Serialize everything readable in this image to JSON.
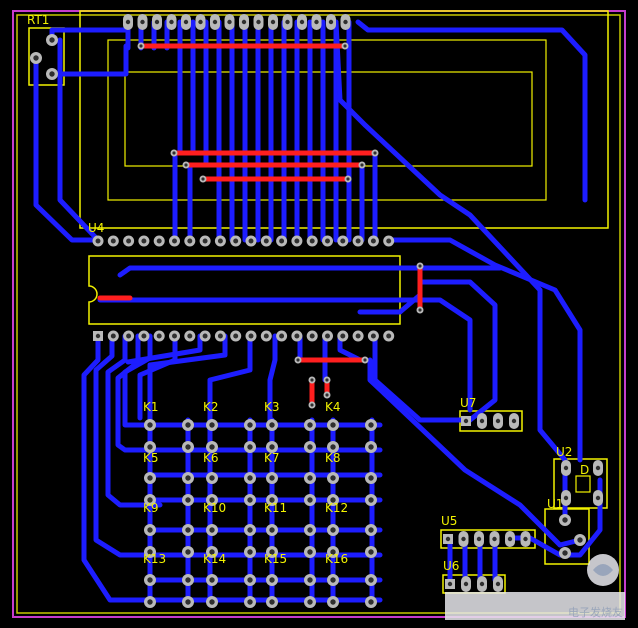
{
  "colors": {
    "board": "#000000",
    "border": "#c83ccb",
    "keepout": "#e0e000",
    "silk": "#f2f200",
    "top_trace": "#ff1f1f",
    "bottom_trace": "#1d1dff",
    "pad_ring": "#b9b9b9",
    "pad_hole": "#2f2f2f"
  },
  "components": {
    "rt1": "RT1",
    "u4": "U4",
    "u7": "U7",
    "u2": "U2",
    "u1": "U1",
    "u5": "U5",
    "u6": "U6",
    "u2_pin": "D"
  },
  "keys": [
    "K1",
    "K2",
    "K3",
    "K4",
    "K5",
    "K6",
    "K7",
    "K8",
    "K9",
    "K10",
    "K11",
    "K12",
    "K13",
    "K14",
    "K15",
    "K16"
  ],
  "watermark": {
    "label": "电子发烧友"
  }
}
